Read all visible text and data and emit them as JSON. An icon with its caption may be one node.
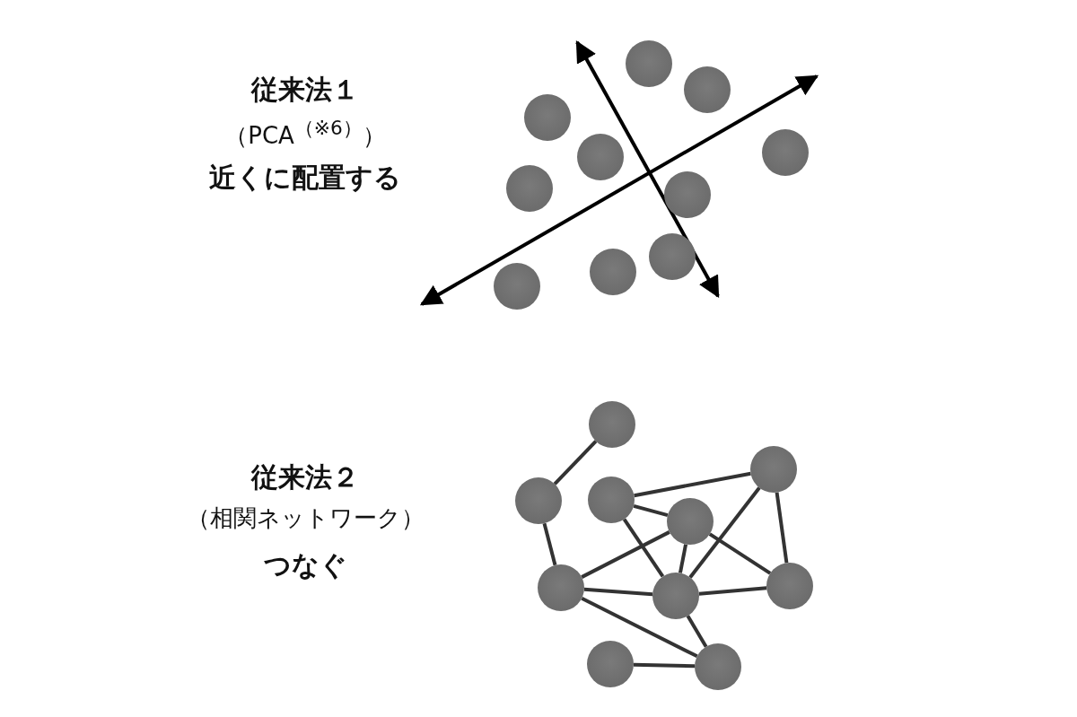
{
  "diagram": {
    "nodes": [
      {
        "text": [],
        "shape": "circle"
      },
      {
        "text": [],
        "shape": "circle"
      },
      {
        "text": [],
        "shape": "circle"
      },
      {
        "text": [],
        "shape": "circle"
      },
      {
        "text": [],
        "shape": "circle"
      },
      {
        "text": [],
        "shape": "circle"
      },
      {
        "text": [],
        "shape": "circle"
      },
      {
        "text": [],
        "shape": "circle"
      },
      {
        "text": [],
        "shape": "circle"
      },
      {
        "text": [],
        "shape": "circle"
      },
      {
        "text": [],
        "shape": "circle"
      },
      {
        "text": [],
        "shape": "circle"
      },
      {
        "text": [],
        "shape": "circle"
      },
      {
        "text": [],
        "shape": "circle"
      },
      {
        "text": [],
        "shape": "circle"
      },
      {
        "text": [],
        "shape": "circle"
      },
      {
        "text": [],
        "shape": "circle"
      },
      {
        "text": [],
        "shape": "circle"
      },
      {
        "text": [],
        "shape": "circle"
      },
      {
        "text": [],
        "shape": "circle"
      }
    ],
    "edges": [
      {
        "from": 10,
        "to": 12,
        "arrow": "none"
      },
      {
        "from": 12,
        "to": 15,
        "arrow": "none"
      },
      {
        "from": 13,
        "to": 11,
        "arrow": "none"
      },
      {
        "from": 13,
        "to": 14,
        "arrow": "none"
      },
      {
        "from": 13,
        "to": 16,
        "arrow": "none"
      },
      {
        "from": 14,
        "to": 15,
        "arrow": "none"
      },
      {
        "from": 14,
        "to": 16,
        "arrow": "none"
      },
      {
        "from": 14,
        "to": 17,
        "arrow": "none"
      },
      {
        "from": 11,
        "to": 16,
        "arrow": "none"
      },
      {
        "from": 11,
        "to": 17,
        "arrow": "none"
      },
      {
        "from": 15,
        "to": 16,
        "arrow": "none"
      },
      {
        "from": 16,
        "to": 17,
        "arrow": "none"
      },
      {
        "from": 15,
        "to": 19,
        "arrow": "none"
      },
      {
        "from": 16,
        "to": 19,
        "arrow": "none"
      },
      {
        "from": 18,
        "to": 19,
        "arrow": "none"
      }
    ],
    "labels": [
      "従来法１",
      "（PCA$^{（※6）}$）",
      "近くに配置する",
      "従来法２",
      "（相関ネットワーク）",
      "つなぐ"
    ]
  }
}
